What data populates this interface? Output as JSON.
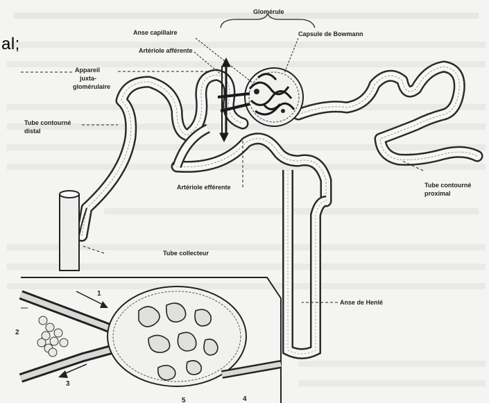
{
  "fragment_text": "al;",
  "labels": {
    "glomerule": "Glomérule",
    "anse_capillaire": "Anse capillaire",
    "capsule_bowmann": "Capsule de Bowmann",
    "arteriole_afferente": "Artériole afférente",
    "appareil_jg_1": "Appareil",
    "appareil_jg_2": "juxta-",
    "appareil_jg_3": "glomérulaire",
    "tube_distal_1": "Tube contourné",
    "tube_distal_2": "distal",
    "arteriole_efferente": "Artériole efférente",
    "tube_proximal_1": "Tube contourné",
    "tube_proximal_2": "proximal",
    "tube_collecteur": "Tube collecteur",
    "anse_henle": "Anse de Henlé"
  },
  "numbers": {
    "n1": "1",
    "n2": "2",
    "n3": "3",
    "n4": "4",
    "n5": "5"
  }
}
